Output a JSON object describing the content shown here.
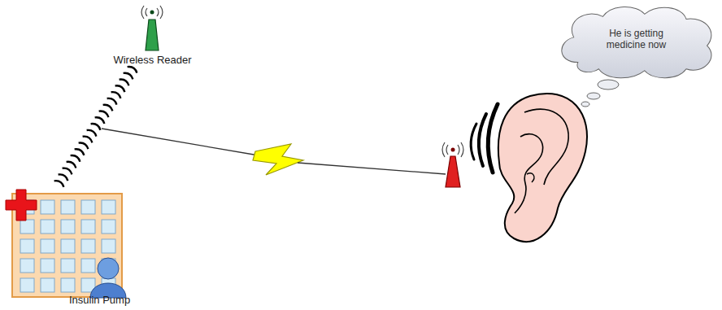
{
  "diagram": {
    "nodes": [
      {
        "text": [
          "Wireless Reader"
        ]
      },
      {
        "text": [
          "Insulin Pump"
        ]
      },
      {
        "text": [
          "He is getting medicine now"
        ]
      }
    ],
    "edges": [
      {
        "from": 1,
        "to": 0,
        "arrow": "none"
      }
    ]
  }
}
